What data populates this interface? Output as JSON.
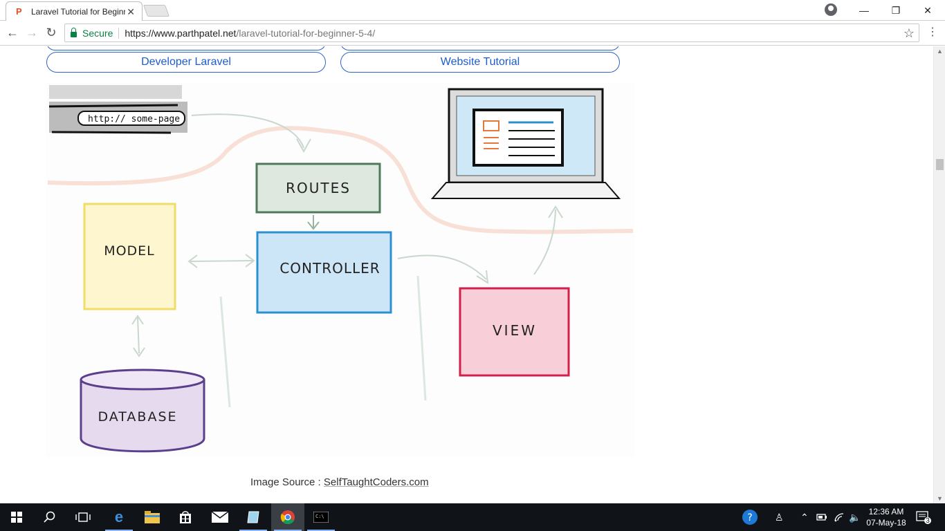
{
  "browser": {
    "tab_title": "Laravel Tutorial for Beginner",
    "tab_close": "✕",
    "security_label": "Secure",
    "url_host": "https://www.parthpatel.net",
    "url_path": "/laravel-tutorial-for-beginner-5-4/",
    "window_controls": {
      "minimize": "—",
      "maximize": "❐",
      "close": "✕"
    }
  },
  "page": {
    "buttons": [
      {
        "label": "Developer Laravel"
      },
      {
        "label": "Website Tutorial"
      }
    ],
    "diagram": {
      "url_bar_text": "http:// some-page",
      "routes": "ROUTES",
      "controller": "CONTROLLER",
      "model": "MODEL",
      "view": "VIEW",
      "database": "DATABASE"
    },
    "caption_prefix": "Image Source : ",
    "caption_link": "SelfTaughtCoders.com"
  },
  "taskbar": {
    "clock_time": "12:36 AM",
    "clock_date": "07-May-18",
    "notification_count": "3"
  },
  "colors": {
    "link_blue": "#1d5bd0",
    "secure_green": "#0b8043",
    "taskbar": "#101418"
  }
}
